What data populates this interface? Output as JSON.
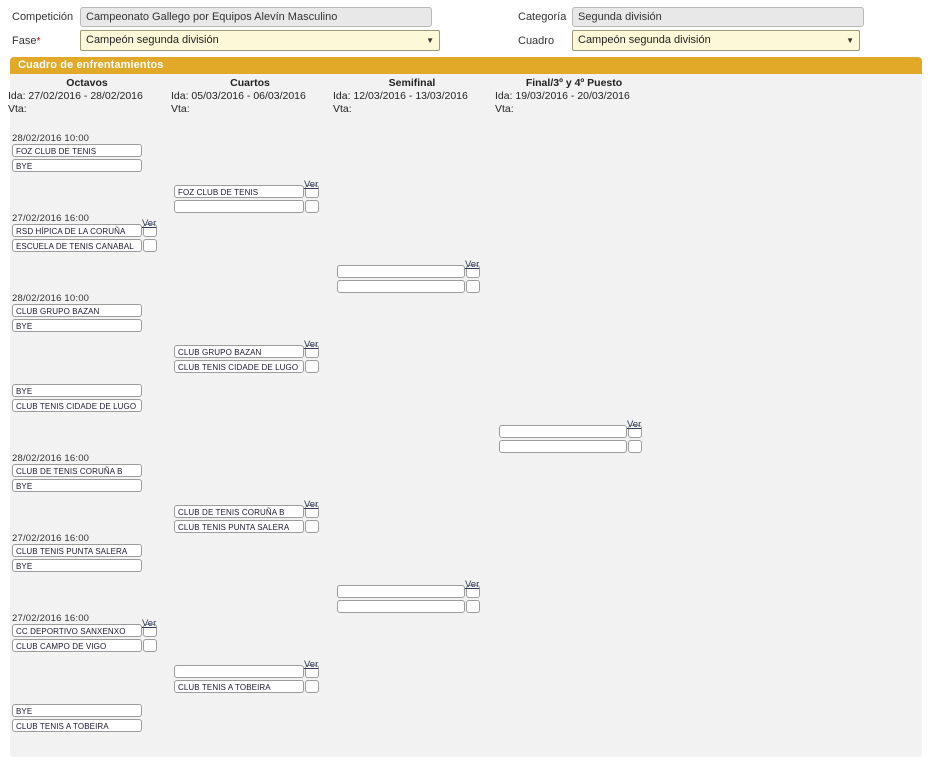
{
  "form": {
    "competicion": {
      "label": "Competición",
      "value": "Campeonato Gallego por Equipos Alevín Masculino"
    },
    "fase": {
      "label": "Fase",
      "required": "*",
      "value": "Campeón segunda división"
    },
    "categoria": {
      "label": "Categoría",
      "value": "Segunda división"
    },
    "cuadro": {
      "label": "Cuadro",
      "value": "Campeón segunda división"
    }
  },
  "panel": {
    "title": "Cuadro de enfrentamientos"
  },
  "ver_label": "Ver",
  "rounds": [
    {
      "name": "Octavos",
      "ida": "Ida: 27/02/2016 - 28/02/2016",
      "vta": "Vta:"
    },
    {
      "name": "Cuartos",
      "ida": "Ida: 05/03/2016 - 06/03/2016",
      "vta": "Vta:"
    },
    {
      "name": "Semifinal",
      "ida": "Ida: 12/03/2016 - 13/03/2016",
      "vta": "Vta:"
    },
    {
      "name": "Final/3º y 4º Puesto",
      "ida": "Ida: 19/03/2016 - 20/03/2016",
      "vta": "Vta:"
    }
  ],
  "octavos": [
    {
      "date": "28/02/2016 10:00",
      "ver": false,
      "home": "FOZ CLUB DE TENIS",
      "away": "BYE"
    },
    {
      "date": "27/02/2016 16:00",
      "ver": true,
      "home": "RSD HÍPICA DE LA CORUÑA",
      "away": "ESCUELA DE TENIS CANABAL"
    },
    {
      "date": "28/02/2016 10:00",
      "ver": false,
      "home": "CLUB GRUPO BAZAN",
      "away": "BYE"
    },
    {
      "date": "",
      "ver": false,
      "home": "BYE",
      "away": "CLUB TENIS CIDADE DE LUGO"
    },
    {
      "date": "28/02/2016 16:00",
      "ver": false,
      "home": "CLUB DE TENIS CORUÑA B",
      "away": "BYE"
    },
    {
      "date": "27/02/2016 16:00",
      "ver": false,
      "home": "CLUB TENIS PUNTA SALERA",
      "away": "BYE"
    },
    {
      "date": "27/02/2016 16:00",
      "ver": true,
      "home": "CC DEPORTIVO SANXENXO",
      "away": "CLUB CAMPO DE VIGO"
    },
    {
      "date": "",
      "ver": false,
      "home": "BYE",
      "away": "CLUB TENIS A TOBEIRA"
    }
  ],
  "cuartos": [
    {
      "ver": true,
      "home": "FOZ CLUB DE TENIS",
      "away": ""
    },
    {
      "ver": true,
      "home": "CLUB GRUPO BAZAN",
      "away": "CLUB TENIS CIDADE DE LUGO"
    },
    {
      "ver": true,
      "home": "CLUB DE TENIS CORUÑA B",
      "away": "CLUB TENIS PUNTA SALERA"
    },
    {
      "ver": true,
      "home": "",
      "away": "CLUB TENIS A TOBEIRA"
    }
  ],
  "semifinal": [
    {
      "ver": true,
      "home": "",
      "away": ""
    },
    {
      "ver": true,
      "home": "",
      "away": ""
    }
  ],
  "final": [
    {
      "ver": true,
      "home": "",
      "away": ""
    }
  ],
  "colors": {
    "header_orange": "#e2a828",
    "panel_bg": "#f2f2f2",
    "select_yellow": "#fcf8d8",
    "readonly_gray": "#e8e8e8",
    "link_blue": "#2f3b58"
  }
}
